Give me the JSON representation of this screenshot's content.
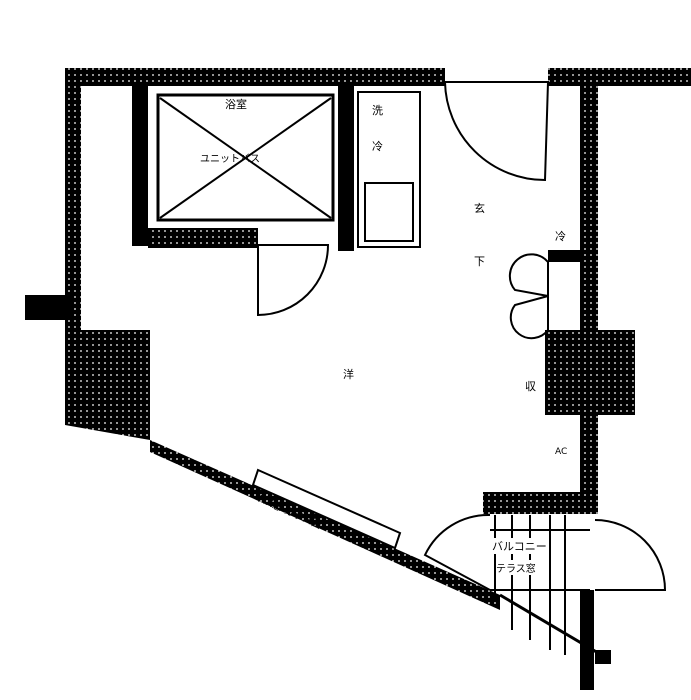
{
  "plan": {
    "bath_label": "浴室",
    "bath_sub": "ユニットバス",
    "wash_label": "洗",
    "wash_sub": "冷",
    "entry_label": "玄",
    "entry_sub": "下",
    "room_label": "洋",
    "closet_label": "収",
    "fridge_label": "冷",
    "ac_label": "AC",
    "window_label": "FIX窓 ガラス面",
    "balcony_label": "バルコニー",
    "balcony_sub": "テラス窓"
  },
  "colors": {
    "wall": "#000000",
    "background": "#ffffff"
  }
}
